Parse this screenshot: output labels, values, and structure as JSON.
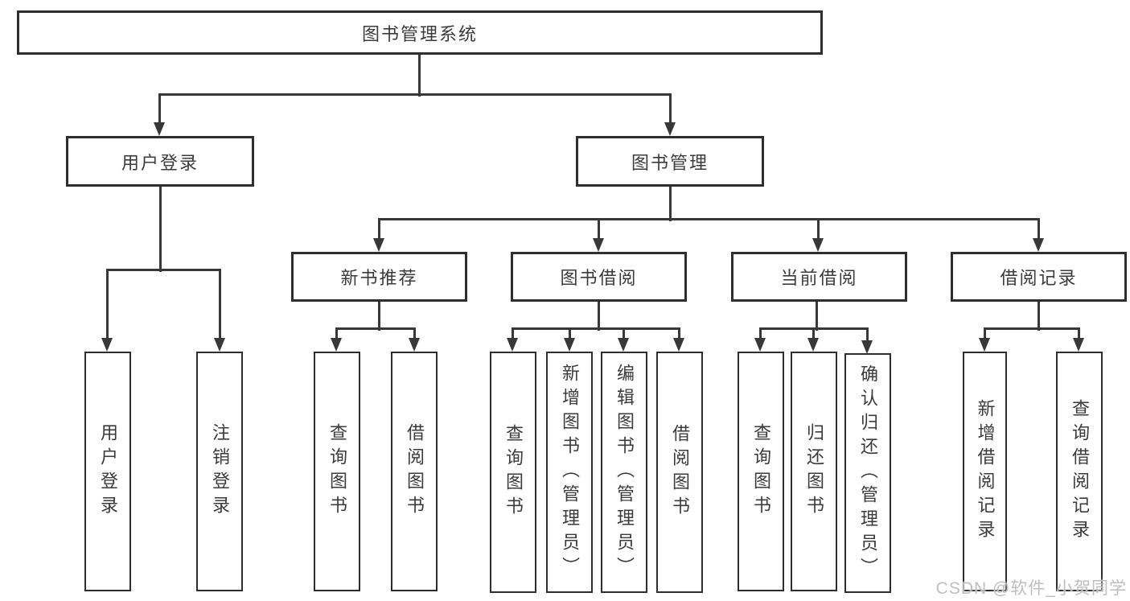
{
  "diagram": {
    "root": {
      "label": "图书管理系统"
    },
    "level2": [
      {
        "id": "user-login",
        "label": "用户登录"
      },
      {
        "id": "book-management",
        "label": "图书管理"
      }
    ],
    "level3": [
      {
        "id": "new-book-recommendation",
        "label": "新书推荐",
        "parent": "book-management"
      },
      {
        "id": "book-borrowing",
        "label": "图书借阅",
        "parent": "book-management"
      },
      {
        "id": "current-borrowing",
        "label": "当前借阅",
        "parent": "book-management"
      },
      {
        "id": "borrowing-records",
        "label": "借阅记录",
        "parent": "book-management"
      }
    ],
    "leaves": [
      {
        "id": "user-login-leaf",
        "label": "用户登录",
        "parent": "user-login"
      },
      {
        "id": "logout",
        "label": "注销登录",
        "parent": "user-login"
      },
      {
        "id": "query-books-1",
        "label": "查询图书",
        "parent": "new-book-recommendation"
      },
      {
        "id": "borrow-books-1",
        "label": "借阅图书",
        "parent": "new-book-recommendation"
      },
      {
        "id": "query-books-2",
        "label": "查询图书",
        "parent": "book-borrowing"
      },
      {
        "id": "add-book-admin",
        "label": "新增图书（管理员）",
        "parent": "book-borrowing"
      },
      {
        "id": "edit-book-admin",
        "label": "编辑图书（管理员）",
        "parent": "book-borrowing"
      },
      {
        "id": "borrow-books-2",
        "label": "借阅图书",
        "parent": "book-borrowing"
      },
      {
        "id": "query-books-3",
        "label": "查询图书",
        "parent": "current-borrowing"
      },
      {
        "id": "return-books",
        "label": "归还图书",
        "parent": "current-borrowing"
      },
      {
        "id": "confirm-return-admin",
        "label": "确认归还（管理员）",
        "parent": "current-borrowing"
      },
      {
        "id": "add-borrow-record",
        "label": "新增借阅记录",
        "parent": "borrowing-records"
      },
      {
        "id": "query-borrow-record",
        "label": "查询借阅记录",
        "parent": "borrowing-records"
      }
    ]
  },
  "watermark": "CSDN @软件_小贺同学",
  "colors": {
    "line": "#383838",
    "border": "#2e2e2e",
    "text": "#3b3b3b",
    "background": "#ffffff",
    "watermark": "#bababa"
  }
}
